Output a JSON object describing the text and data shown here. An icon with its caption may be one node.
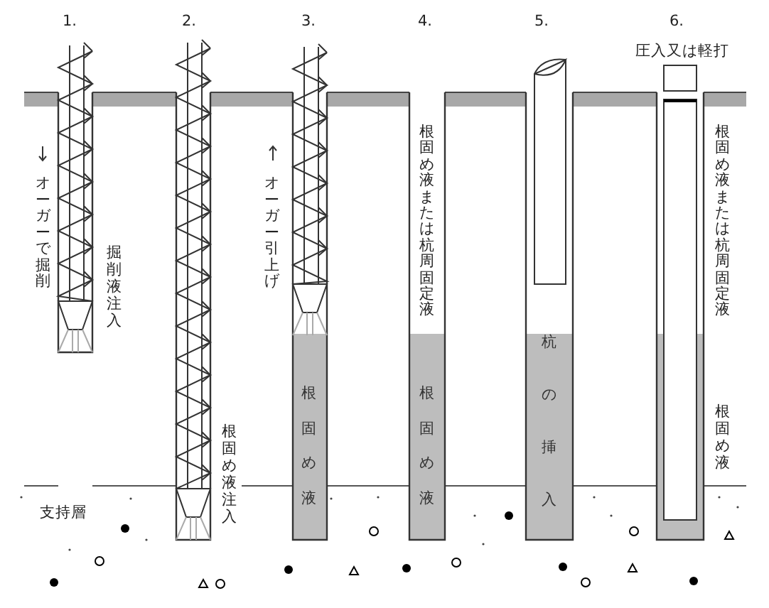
{
  "diagram": {
    "labels": [
      "1.",
      "2.",
      "3.",
      "4.",
      "5.",
      "6.",
      "圧入又は軽打",
      "オーガーで掘削",
      "掘削液注入",
      "オーガー引上げ",
      "根固め液または杭周固定液",
      "根固め液または杭周固定液",
      "杭の挿入",
      "根固め液注入",
      "根固め液",
      "根固め液",
      "根固め液",
      "支持層"
    ]
  }
}
